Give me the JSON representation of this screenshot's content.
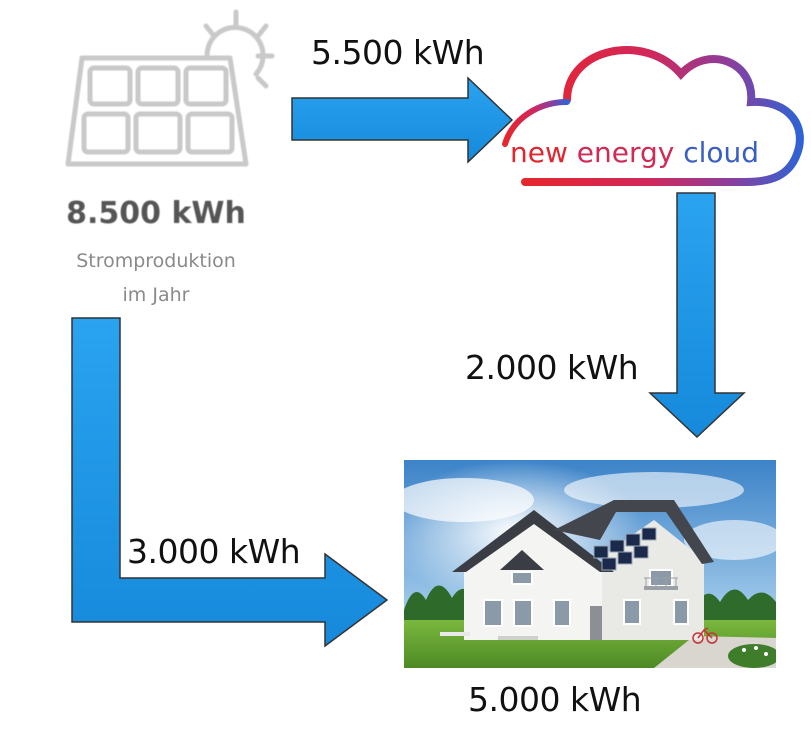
{
  "solar": {
    "total": "8.500 kWh",
    "caption_line1": "Stromproduktion",
    "caption_line2": "im Jahr"
  },
  "cloud": {
    "logo_word1": "new",
    "logo_word2": "energy",
    "logo_word3": "cloud"
  },
  "flows": {
    "to_cloud": "5.500 kWh",
    "from_cloud": "2.000 kWh",
    "direct_to_house": "3.000 kWh",
    "house_total": "5.000 kWh"
  },
  "colors": {
    "arrow_fill": "#1f95e6",
    "arrow_stroke": "#333333",
    "icon_gray": "#c8c8c8",
    "logo_red": "#e2262f",
    "logo_blue": "#3a5fc4"
  }
}
